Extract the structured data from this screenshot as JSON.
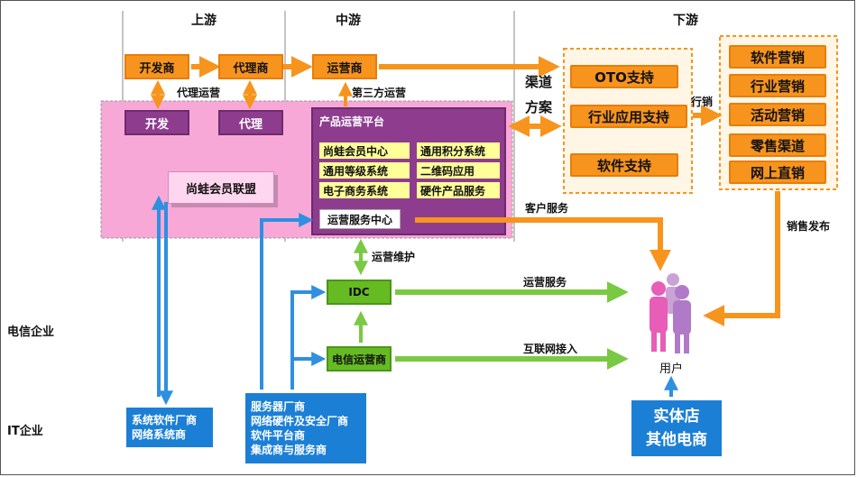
{
  "headers": {
    "upstream": "上游",
    "midstream": "中游",
    "downstream": "下游"
  },
  "rows": {
    "telecom": "电信企业",
    "it": "IT企业"
  },
  "top": {
    "developer": "开发商",
    "agent": "代理商",
    "operator": "运营商"
  },
  "pink": {
    "develop": "开发",
    "agent": "代理",
    "alliance": "尚蛙会员联盟",
    "platform_title": "产品运营平台",
    "platform_items": [
      "尚蛙会员中心",
      "通用积分系统",
      "通用等级系统",
      "二维码应用",
      "电子商务系统",
      "硬件产品服务"
    ],
    "service_center": "运营服务中心"
  },
  "channel": {
    "label_line1": "渠道",
    "label_line2": "方案",
    "items": [
      "OTO支持",
      "行业应用支持",
      "软件支持"
    ]
  },
  "marketing": {
    "items": [
      "软件营销",
      "行业营销",
      "活动营销",
      "零售渠道",
      "网上直销"
    ]
  },
  "labels": {
    "agent_ops": "代理运营",
    "third_party_ops": "第三方运营",
    "marketing_flow": "行销",
    "sales_release": "销售发布",
    "customer_service": "客户服务",
    "ops_maintenance": "运营维护",
    "ops_service": "运营服务",
    "internet_access": "互联网接入",
    "user": "用户"
  },
  "green": {
    "idc": "IDC",
    "telecom_operator": "电信运营商"
  },
  "blue": {
    "box1": [
      "系统软件厂商",
      "网络系统商"
    ],
    "box2": [
      "服务器厂商",
      "网络硬件及安全厂商",
      "软件平台商",
      "集成商与服务商"
    ],
    "store": [
      "实体店",
      "其他电商"
    ]
  },
  "colors": {
    "orange": "#f7941d",
    "purple": "#8e3c8e",
    "pink": "#f7a8d6",
    "green": "#66bb22",
    "blue": "#1c7fd6",
    "yellow": "#ffff99"
  }
}
